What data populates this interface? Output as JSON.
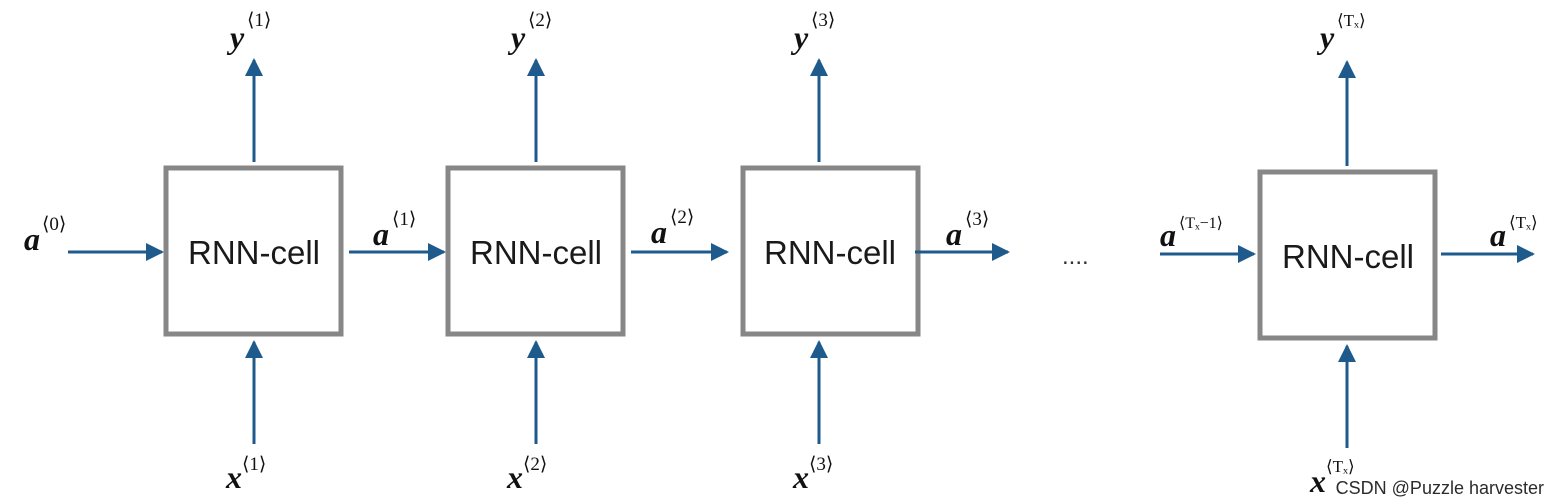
{
  "diagram": {
    "cells": [
      {
        "label": "RNN-cell"
      },
      {
        "label": "RNN-cell"
      },
      {
        "label": "RNN-cell"
      },
      {
        "label": "RNN-cell"
      }
    ],
    "outputs": [
      {
        "base": "y",
        "sup": "⟨1⟩"
      },
      {
        "base": "y",
        "sup": "⟨2⟩"
      },
      {
        "base": "y",
        "sup": "⟨3⟩"
      },
      {
        "base": "y",
        "sup": "⟨Tₓ⟩"
      }
    ],
    "inputs": [
      {
        "base": "x",
        "sup": "⟨1⟩"
      },
      {
        "base": "x",
        "sup": "⟨2⟩"
      },
      {
        "base": "x",
        "sup": "⟨3⟩"
      },
      {
        "base": "x",
        "sup": "⟨Tₓ⟩"
      }
    ],
    "activations": [
      {
        "base": "a",
        "sup": "⟨0⟩"
      },
      {
        "base": "a",
        "sup": "⟨1⟩"
      },
      {
        "base": "a",
        "sup": "⟨2⟩"
      },
      {
        "base": "a",
        "sup": "⟨3⟩"
      },
      {
        "base": "a",
        "sup": "⟨Tₓ−1⟩"
      },
      {
        "base": "a",
        "sup": "⟨Tₓ⟩"
      }
    ],
    "ellipsis": "....",
    "watermark": "CSDN @Puzzle harvester"
  },
  "colors": {
    "arrow": "#1f5a8c",
    "box_stroke": "#878787",
    "text": "#111111"
  }
}
